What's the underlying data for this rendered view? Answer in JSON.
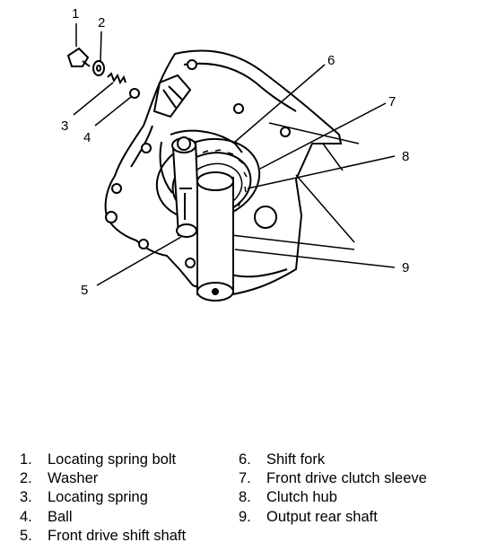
{
  "callouts": [
    "1",
    "2",
    "3",
    "4",
    "5",
    "6",
    "7",
    "8",
    "9"
  ],
  "legend": {
    "left": [
      {
        "num": "1.",
        "text": "Locating spring bolt"
      },
      {
        "num": "2.",
        "text": "Washer"
      },
      {
        "num": "3.",
        "text": "Locating spring"
      },
      {
        "num": "4.",
        "text": "Ball"
      },
      {
        "num": "5.",
        "text": "Front drive shift shaft"
      }
    ],
    "right": [
      {
        "num": "6.",
        "text": "Shift fork"
      },
      {
        "num": "7.",
        "text": "Front drive clutch sleeve"
      },
      {
        "num": "8.",
        "text": "Clutch hub"
      },
      {
        "num": "9.",
        "text": "Output rear shaft"
      }
    ]
  }
}
